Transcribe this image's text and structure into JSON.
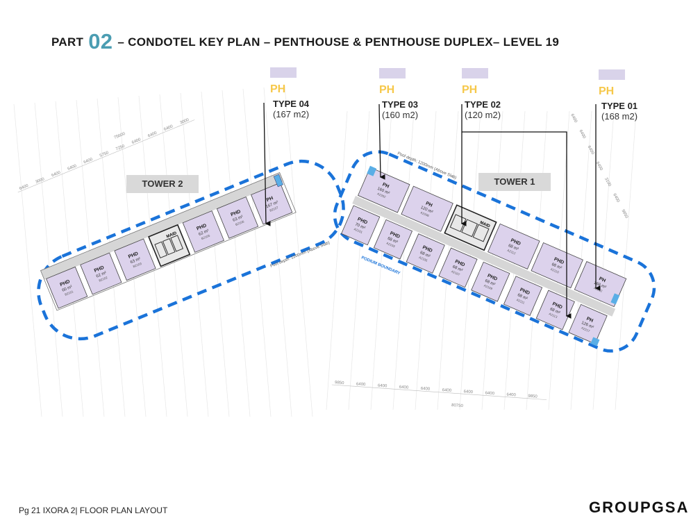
{
  "title": {
    "prefix": "PART",
    "number": "02",
    "text": "– CONDOTEL KEY PLAN  –  PENTHOUSE & PENTHOUSE DUPLEX–  LEVEL 19"
  },
  "colors": {
    "accent": "#4b9db2",
    "ph_label": "#f6c84a",
    "unit_fill": "#dcd2ec",
    "boundary": "#1a73d9"
  },
  "legend": [
    {
      "tag": "PH",
      "type": "TYPE 04",
      "area": "(167 m2)"
    },
    {
      "tag": "PH",
      "type": "TYPE 03",
      "area": "(160 m2)"
    },
    {
      "tag": "PH",
      "type": "TYPE 02",
      "area": "(120 m2)"
    },
    {
      "tag": "PH",
      "type": "TYPE 01",
      "area": "(168 m2)"
    }
  ],
  "towers": {
    "tower2": {
      "label": "TOWER 2",
      "pool_note": "Pool depth: 1200mm (Above Slab)",
      "units": [
        {
          "kind": "PHD",
          "area": "60 m²",
          "code": "B2101"
        },
        {
          "kind": "PHD",
          "area": "62 m²",
          "code": "B2102"
        },
        {
          "kind": "PHD",
          "area": "63 m²",
          "code": "B2103"
        },
        {
          "kind": "core",
          "area": "MAID",
          "code": ""
        },
        {
          "kind": "PHD",
          "area": "62 m²",
          "code": "B2105"
        },
        {
          "kind": "PHD",
          "area": "63 m²",
          "code": "B2106"
        },
        {
          "kind": "PH",
          "area": "167 m²",
          "code": "B2107"
        }
      ],
      "dimensions": [
        "6400",
        "3000",
        "6400",
        "6400",
        "6400",
        "5750",
        "7250",
        "6400",
        "6400",
        "6400",
        "3000"
      ],
      "overall": "75600"
    },
    "tower1": {
      "label": "TOWER 1",
      "pool_note": "Pool depth: 1200mm (Above Slab)",
      "podium": "PODIUM BOUNDARY",
      "upper_units": [
        {
          "kind": "PH",
          "area": "160 m²",
          "code": "A2202"
        },
        {
          "kind": "PH",
          "area": "120 m²",
          "code": "A2206"
        },
        {
          "kind": "core",
          "area": "MAID",
          "code": ""
        },
        {
          "kind": "PHD",
          "area": "68 m²",
          "code": "A2112"
        },
        {
          "kind": "PHD",
          "area": "68 m²",
          "code": "A2110"
        },
        {
          "kind": "PH",
          "area": "168 m²",
          "code": "A2212"
        }
      ],
      "lower_units": [
        {
          "kind": "PHD",
          "area": "70 m²",
          "code": "A2101"
        },
        {
          "kind": "PHD",
          "area": "68 m²",
          "code": "A2103"
        },
        {
          "kind": "PHD",
          "area": "68 m²",
          "code": "A2105"
        },
        {
          "kind": "PHD",
          "area": "68 m²",
          "code": "A2107"
        },
        {
          "kind": "PHD",
          "area": "68 m²",
          "code": "A2109"
        },
        {
          "kind": "PHD",
          "area": "68 m²",
          "code": "A2111"
        },
        {
          "kind": "PHD",
          "area": "68 m²",
          "code": "A2113"
        },
        {
          "kind": "PH",
          "area": "126 m²",
          "code": "A2217"
        }
      ],
      "dimensions": [
        "9850",
        "6400",
        "6400",
        "6400",
        "6400",
        "6400",
        "6400",
        "6400",
        "6400",
        "9850"
      ],
      "overall": "80750",
      "side_dims": [
        "6400",
        "6400",
        "6400",
        "6400",
        "3100",
        "6400",
        "9850"
      ]
    }
  },
  "footer": {
    "text": "Pg 21 IXORA 2|  FLOOR PLAN LAYOUT",
    "logo": "GROUPGSA"
  }
}
